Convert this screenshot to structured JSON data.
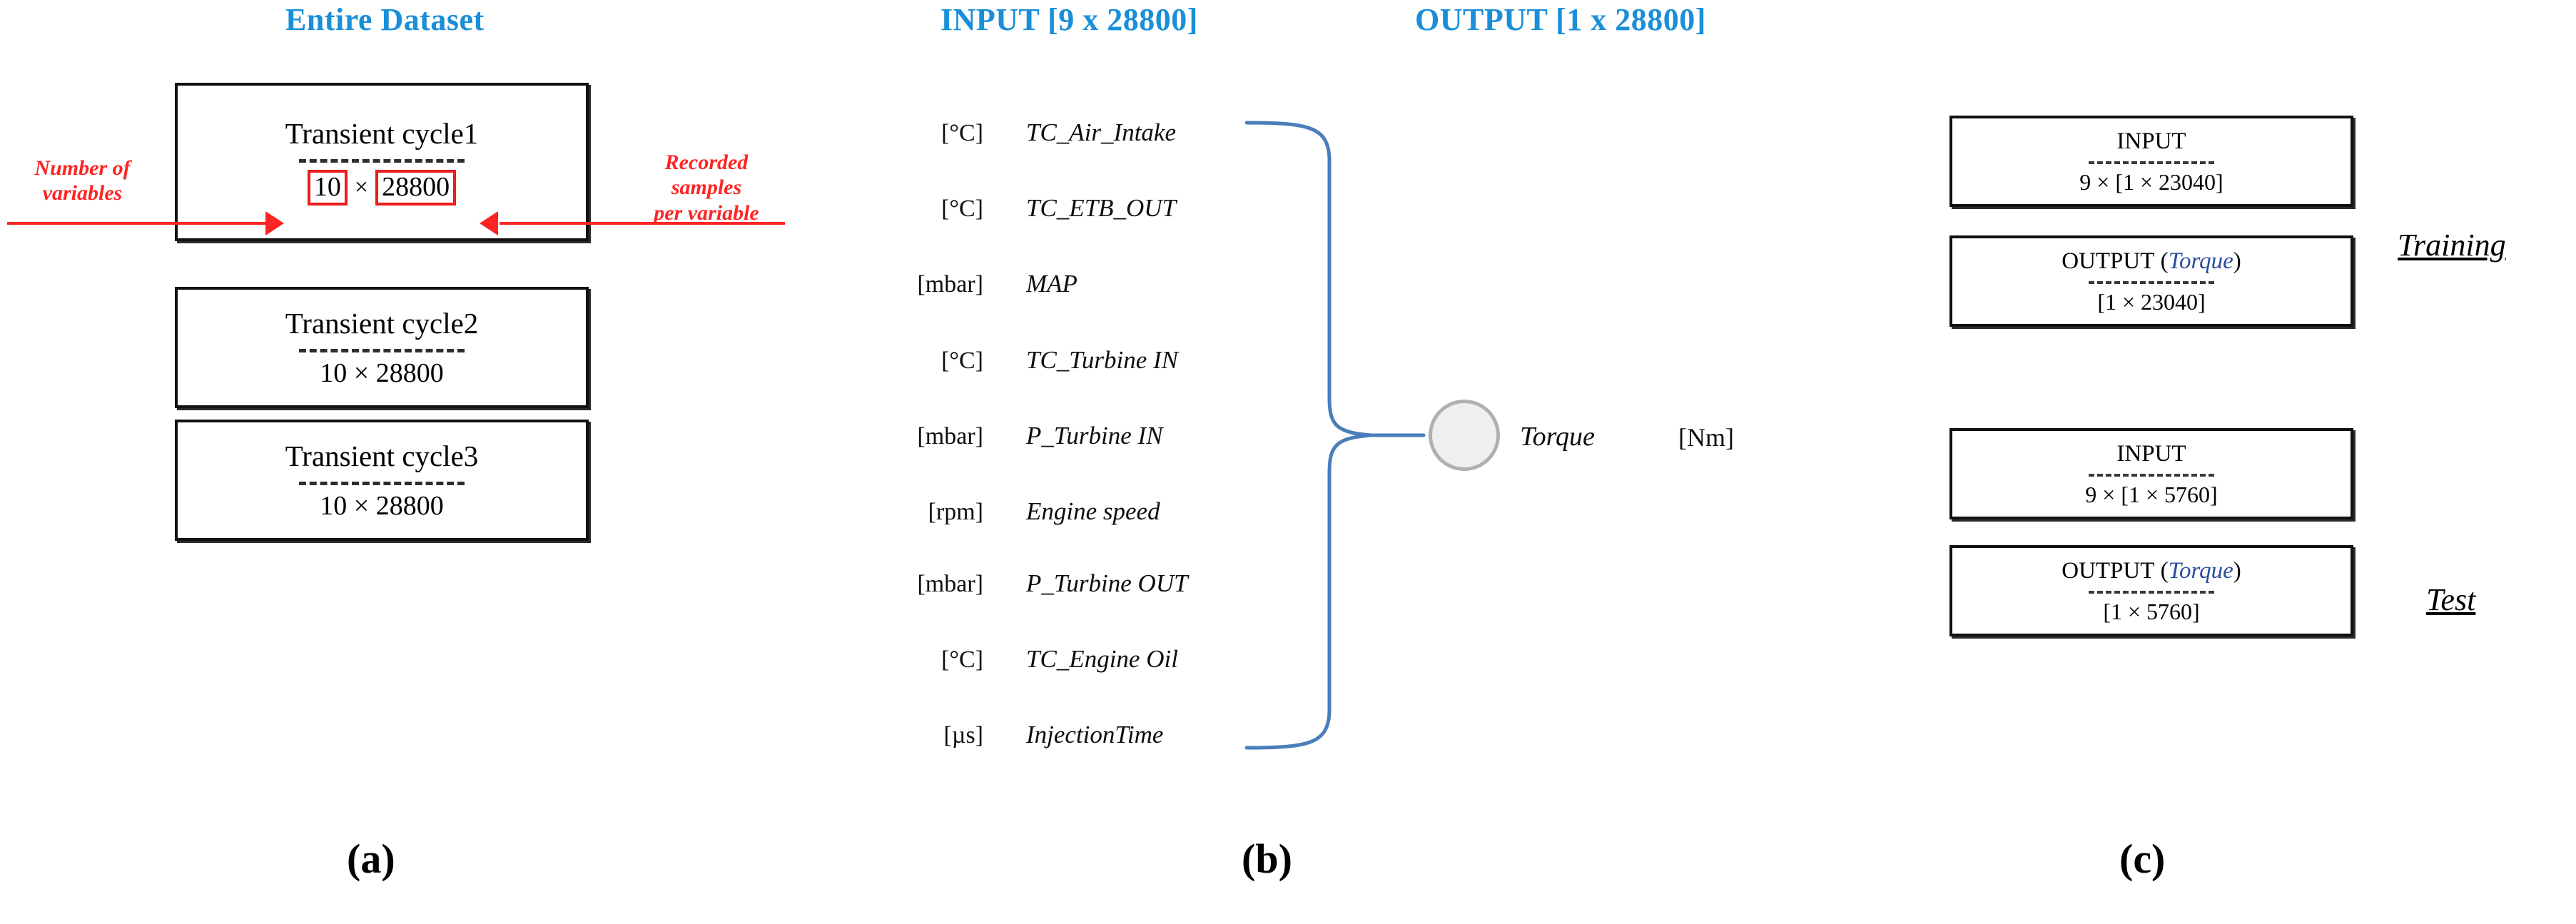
{
  "panel_a": {
    "title": "Entire Dataset",
    "letter": "(a)",
    "cycles": [
      {
        "name": "Transient cycle1",
        "rows": "10",
        "times": "×",
        "cols": "28800",
        "highlighted": true
      },
      {
        "name": "Transient cycle2",
        "dims": "10 × 28800",
        "highlighted": false
      },
      {
        "name": "Transient cycle3",
        "dims": "10 × 28800",
        "highlighted": false
      }
    ],
    "annotations": {
      "left": "Number of\nvariables",
      "left_line1": "Number of",
      "left_line2": "variables",
      "right_line1": "Recorded",
      "right_line2": "samples",
      "right_line3": "per variable"
    },
    "accent_red": "#fd2424",
    "accent_blue": "#1a8fd8"
  },
  "panel_b": {
    "input_title": "INPUT [9 x 28800]",
    "output_title": "OUTPUT [1 x 28800]",
    "letter": "(b)",
    "inputs": [
      {
        "unit": "[°C]",
        "name": "TC_Air_Intake"
      },
      {
        "unit": "[°C]",
        "name": "TC_ETB_OUT"
      },
      {
        "unit": "[mbar]",
        "name": "MAP"
      },
      {
        "unit": "[°C]",
        "name": "TC_Turbine IN"
      },
      {
        "unit": "[mbar]",
        "name": "P_Turbine IN"
      },
      {
        "unit": "[rpm]",
        "name": "Engine speed"
      },
      {
        "unit": "[mbar]",
        "name": "P_Turbine OUT"
      },
      {
        "unit": "[°C]",
        "name": "TC_Engine Oil"
      },
      {
        "unit": "[µs]",
        "name": "InjectionTime"
      }
    ],
    "output": {
      "name": "Torque",
      "unit": "[Nm]"
    },
    "brace_color": "#4a7ebb"
  },
  "panel_c": {
    "letter": "(c)",
    "groups": [
      {
        "label": "Training",
        "boxes": [
          {
            "kind": "input",
            "title_main": "INPUT",
            "title_sub": "",
            "dims": "9 × [1  × 23040]"
          },
          {
            "kind": "output",
            "title_main": "OUTPUT",
            "title_sub": "Torque",
            "dims": "[1  × 23040]"
          }
        ]
      },
      {
        "label": "Test",
        "boxes": [
          {
            "kind": "input",
            "title_main": "INPUT",
            "title_sub": "",
            "dims": "9 × [1  × 5760]"
          },
          {
            "kind": "output",
            "title_main": "OUTPUT",
            "title_sub": "Torque",
            "dims": "[1  × 5760]"
          }
        ]
      }
    ],
    "torque_color": "#2a4d9b"
  }
}
